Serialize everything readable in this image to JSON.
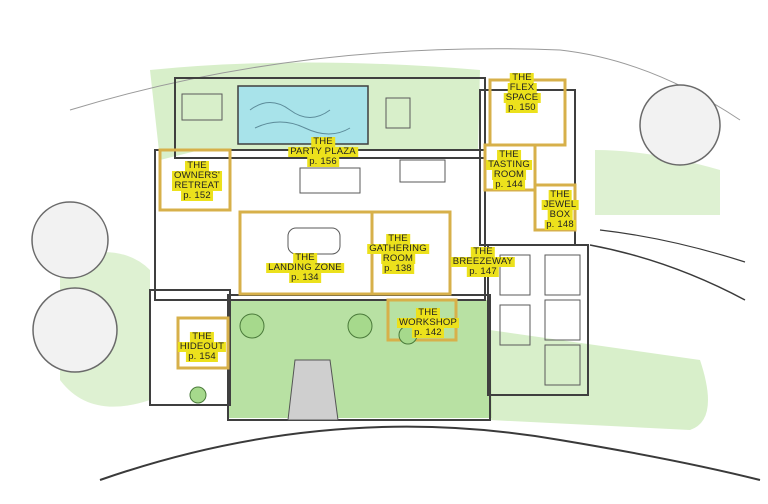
{
  "colors": {
    "label_highlight": "#ece11c",
    "lawn": "#a6d98c",
    "lawn_light": "#c8e8b4",
    "pool_water": "#a8e3ea",
    "wall_gold": "#d7b04a",
    "wall_dark": "#3f3f3f",
    "tree_fill": "#f2f2f2",
    "tree_line": "#6a6a6a"
  },
  "rooms": [
    {
      "id": "flex-space",
      "lines": [
        "THE",
        "FLEX",
        "SPACE"
      ],
      "page": "p. 150"
    },
    {
      "id": "party-plaza",
      "lines": [
        "THE",
        "PARTY PLAZA"
      ],
      "page": "p. 156"
    },
    {
      "id": "owners-retreat",
      "lines": [
        "THE",
        "OWNERS'",
        "RETREAT"
      ],
      "page": "p. 152"
    },
    {
      "id": "tasting-room",
      "lines": [
        "THE",
        "TASTING",
        "ROOM"
      ],
      "page": "p. 144"
    },
    {
      "id": "jewel-box",
      "lines": [
        "THE",
        "JEWEL",
        "BOX"
      ],
      "page": "p. 148"
    },
    {
      "id": "gathering-room",
      "lines": [
        "THE",
        "GATHERING",
        "ROOM"
      ],
      "page": "p. 138"
    },
    {
      "id": "landing-zone",
      "lines": [
        "THE",
        "LANDING ZONE"
      ],
      "page": "p. 134"
    },
    {
      "id": "breezeway",
      "lines": [
        "THE",
        "BREEZEWAY"
      ],
      "page": "p. 147"
    },
    {
      "id": "workshop",
      "lines": [
        "THE",
        "WORKSHOP"
      ],
      "page": "p. 142"
    },
    {
      "id": "hideout",
      "lines": [
        "THE",
        "HIDEOUT"
      ],
      "page": "p. 154"
    }
  ]
}
